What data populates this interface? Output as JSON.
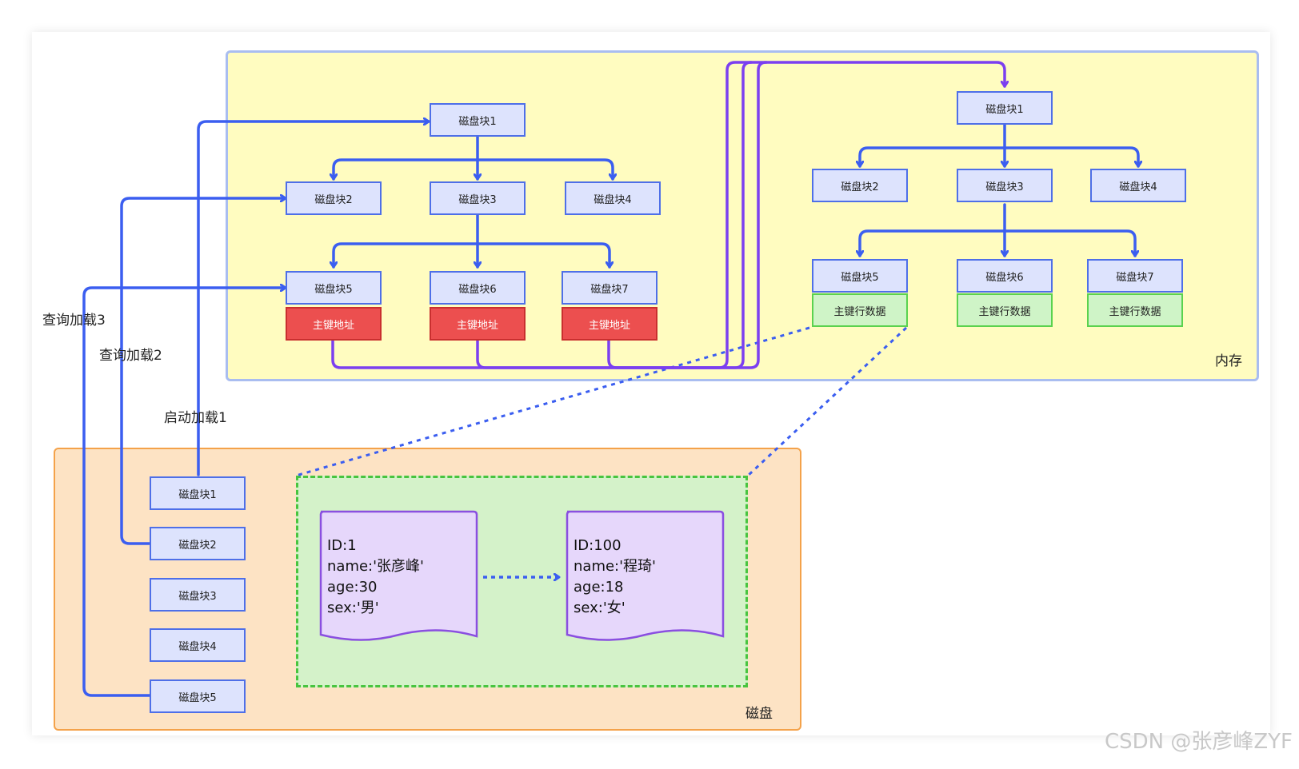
{
  "regions": {
    "memory": "内存",
    "disk": "磁盘"
  },
  "load_labels": {
    "startup": "启动加载1",
    "query2": "查询加载2",
    "query3": "查询加载3"
  },
  "left_tree": {
    "nodes": [
      "磁盘块1",
      "磁盘块2",
      "磁盘块3",
      "磁盘块4",
      "磁盘块5",
      "磁盘块6",
      "磁盘块7"
    ],
    "leaf_tags": [
      "主键地址",
      "主键地址",
      "主键地址"
    ]
  },
  "right_tree": {
    "nodes": [
      "磁盘块1",
      "磁盘块2",
      "磁盘块3",
      "磁盘块4",
      "磁盘块5",
      "磁盘块6",
      "磁盘块7"
    ],
    "leaf_tags": [
      "主键行数据",
      "主键行数据",
      "主键行数据"
    ]
  },
  "disk_blocks": [
    "磁盘块1",
    "磁盘块2",
    "磁盘块3",
    "磁盘块4",
    "磁盘块5"
  ],
  "records": [
    {
      "id": "ID:1",
      "name": "name:'张彦峰'",
      "age": "age:30",
      "sex": "sex:'男'"
    },
    {
      "id": "ID:100",
      "name": "name:'程琦'",
      "age": "age:18",
      "sex": "sex:'女'"
    }
  ],
  "watermark": "CSDN @张彦峰ZYF",
  "colors": {
    "blue_arrow": "#3b5ef0",
    "purple_arrow": "#7b3ff0",
    "memory_bg": "#fffcc0",
    "disk_bg": "#fde3c4",
    "record_bg": "#e6d7fb",
    "record_border": "#8a4fe0",
    "red_tag": "#ec4f4f",
    "green_tag": "#cff4c7"
  }
}
